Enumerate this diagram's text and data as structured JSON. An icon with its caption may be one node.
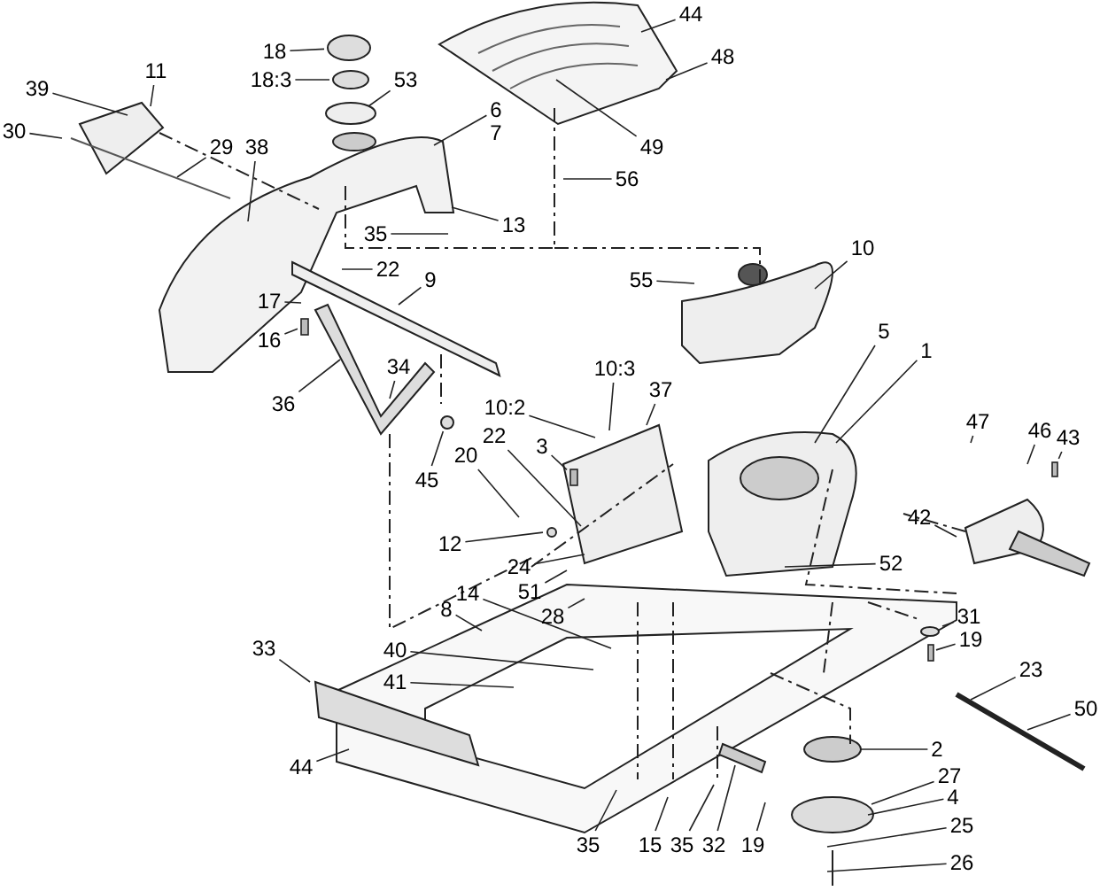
{
  "diagram": {
    "nodes": [
      {
        "text": [
          "18"
        ]
      },
      {
        "text": [
          "18:3"
        ]
      },
      {
        "text": [
          "53"
        ]
      },
      {
        "text": [
          "11"
        ]
      },
      {
        "text": [
          "39"
        ]
      },
      {
        "text": [
          "30"
        ]
      },
      {
        "text": [
          "44"
        ]
      },
      {
        "text": [
          "48"
        ]
      },
      {
        "text": [
          "49"
        ]
      },
      {
        "text": [
          "6"
        ]
      },
      {
        "text": [
          "29"
        ]
      },
      {
        "text": [
          "38"
        ]
      },
      {
        "text": [
          "13"
        ]
      },
      {
        "text": [
          "35"
        ]
      },
      {
        "text": [
          "56"
        ]
      },
      {
        "text": [
          "22"
        ]
      },
      {
        "text": [
          "9"
        ]
      },
      {
        "text": [
          "17"
        ]
      },
      {
        "text": [
          "16"
        ]
      },
      {
        "text": [
          "36"
        ]
      },
      {
        "text": [
          "34"
        ]
      },
      {
        "text": [
          "45"
        ]
      },
      {
        "text": [
          "10"
        ]
      },
      {
        "text": [
          "55"
        ]
      },
      {
        "text": [
          "5"
        ]
      },
      {
        "text": [
          "1"
        ]
      },
      {
        "text": [
          "10:2"
        ]
      },
      {
        "text": [
          "10:3"
        ]
      },
      {
        "text": [
          "37"
        ]
      },
      {
        "text": [
          "20"
        ]
      },
      {
        "text": [
          "22"
        ]
      },
      {
        "text": [
          "3"
        ]
      },
      {
        "text": [
          "12"
        ]
      },
      {
        "text": [
          "24"
        ]
      },
      {
        "text": [
          "51"
        ]
      },
      {
        "text": [
          "28"
        ]
      },
      {
        "text": [
          "14"
        ]
      },
      {
        "text": [
          "8"
        ]
      },
      {
        "text": [
          "40"
        ]
      },
      {
        "text": [
          "41"
        ]
      },
      {
        "text": [
          "33"
        ]
      },
      {
        "text": [
          "44"
        ]
      },
      {
        "text": [
          "47"
        ]
      },
      {
        "text": [
          "46"
        ]
      },
      {
        "text": [
          "43"
        ]
      },
      {
        "text": [
          "42"
        ]
      },
      {
        "text": [
          "52"
        ]
      },
      {
        "text": [
          "31"
        ]
      },
      {
        "text": [
          "19"
        ]
      },
      {
        "text": [
          "23"
        ]
      },
      {
        "text": [
          "50"
        ]
      },
      {
        "text": [
          "2"
        ]
      },
      {
        "text": [
          "27"
        ]
      },
      {
        "text": [
          "4"
        ]
      },
      {
        "text": [
          "25"
        ]
      },
      {
        "text": [
          "26"
        ]
      },
      {
        "text": [
          "35"
        ]
      },
      {
        "text": [
          "15"
        ]
      },
      {
        "text": [
          "35"
        ]
      },
      {
        "text": [
          "32"
        ]
      },
      {
        "text": [
          "19"
        ]
      },
      {
        "text": [],
        "shape": "circle"
      },
      {
        "text": [],
        "shape": "circle"
      },
      {
        "text": [],
        "shape": "bar"
      },
      {
        "text": [],
        "shape": "circle"
      },
      {
        "text": [],
        "shape": "bar"
      },
      {
        "text": [],
        "shape": "circle"
      },
      {
        "text": [],
        "shape": "bar"
      },
      {
        "text": [],
        "shape": "circle"
      },
      {
        "text": [],
        "shape": "bar"
      }
    ],
    "edges": [
      {
        "from": 0,
        "to": 61,
        "arrow": "none"
      },
      {
        "from": 1,
        "to": 62,
        "arrow": "none"
      },
      {
        "from": 2,
        "to": null,
        "arrow": "none"
      },
      {
        "from": 3,
        "to": null,
        "arrow": "none"
      },
      {
        "from": 4,
        "to": null,
        "arrow": "none"
      },
      {
        "from": 5,
        "to": null,
        "arrow": "none"
      },
      {
        "from": 6,
        "to": null,
        "arrow": "none"
      },
      {
        "from": 7,
        "to": null,
        "arrow": "none"
      },
      {
        "from": 8,
        "to": null,
        "arrow": "none"
      },
      {
        "from": 9,
        "to": null,
        "arrow": "none"
      },
      {
        "from": 10,
        "to": null,
        "arrow": "none"
      },
      {
        "from": 11,
        "to": null,
        "arrow": "none"
      },
      {
        "from": 12,
        "to": null,
        "arrow": "none"
      },
      {
        "from": 13,
        "to": null,
        "arrow": "none"
      },
      {
        "from": 14,
        "to": null,
        "arrow": "none"
      },
      {
        "from": 15,
        "to": null,
        "arrow": "none"
      },
      {
        "from": 16,
        "to": null,
        "arrow": "none"
      },
      {
        "from": 17,
        "to": null,
        "arrow": "none"
      },
      {
        "from": 18,
        "to": 63,
        "arrow": "none"
      },
      {
        "from": 19,
        "to": null,
        "arrow": "none"
      },
      {
        "from": 20,
        "to": null,
        "arrow": "none"
      },
      {
        "from": 21,
        "to": 64,
        "arrow": "none"
      },
      {
        "from": 22,
        "to": null,
        "arrow": "none"
      },
      {
        "from": 23,
        "to": null,
        "arrow": "none"
      },
      {
        "from": 24,
        "to": null,
        "arrow": "none"
      },
      {
        "from": 25,
        "to": null,
        "arrow": "none"
      },
      {
        "from": 26,
        "to": null,
        "arrow": "none"
      },
      {
        "from": 27,
        "to": null,
        "arrow": "none"
      },
      {
        "from": 28,
        "to": null,
        "arrow": "none"
      },
      {
        "from": 29,
        "to": null,
        "arrow": "none"
      },
      {
        "from": 30,
        "to": null,
        "arrow": "none"
      },
      {
        "from": 31,
        "to": 65,
        "arrow": "none"
      },
      {
        "from": 32,
        "to": 66,
        "arrow": "none"
      },
      {
        "from": 33,
        "to": null,
        "arrow": "none"
      },
      {
        "from": 34,
        "to": null,
        "arrow": "none"
      },
      {
        "from": 35,
        "to": null,
        "arrow": "none"
      },
      {
        "from": 36,
        "to": null,
        "arrow": "none"
      },
      {
        "from": 37,
        "to": null,
        "arrow": "none"
      },
      {
        "from": 38,
        "to": null,
        "arrow": "none"
      },
      {
        "from": 39,
        "to": null,
        "arrow": "none"
      },
      {
        "from": 40,
        "to": null,
        "arrow": "none"
      },
      {
        "from": 41,
        "to": null,
        "arrow": "none"
      },
      {
        "from": 42,
        "to": null,
        "arrow": "none"
      },
      {
        "from": 43,
        "to": null,
        "arrow": "none"
      },
      {
        "from": 44,
        "to": 67,
        "arrow": "none"
      },
      {
        "from": 45,
        "to": null,
        "arrow": "none"
      },
      {
        "from": 46,
        "to": null,
        "arrow": "none"
      },
      {
        "from": 47,
        "to": 68,
        "arrow": "none"
      },
      {
        "from": 48,
        "to": 69,
        "arrow": "none"
      },
      {
        "from": 49,
        "to": null,
        "arrow": "none"
      },
      {
        "from": 50,
        "to": null,
        "arrow": "none"
      },
      {
        "from": 51,
        "to": null,
        "arrow": "none"
      },
      {
        "from": 52,
        "to": null,
        "arrow": "none"
      },
      {
        "from": 53,
        "to": null,
        "arrow": "none"
      },
      {
        "from": 54,
        "to": null,
        "arrow": "none"
      },
      {
        "from": 55,
        "to": null,
        "arrow": "none"
      },
      {
        "from": 56,
        "to": null,
        "arrow": "none"
      },
      {
        "from": 57,
        "to": null,
        "arrow": "none"
      },
      {
        "from": 58,
        "to": null,
        "arrow": "none"
      },
      {
        "from": 59,
        "to": null,
        "arrow": "none"
      },
      {
        "from": 60,
        "to": null,
        "arrow": "none"
      }
    ],
    "labels": [
      "7"
    ]
  }
}
